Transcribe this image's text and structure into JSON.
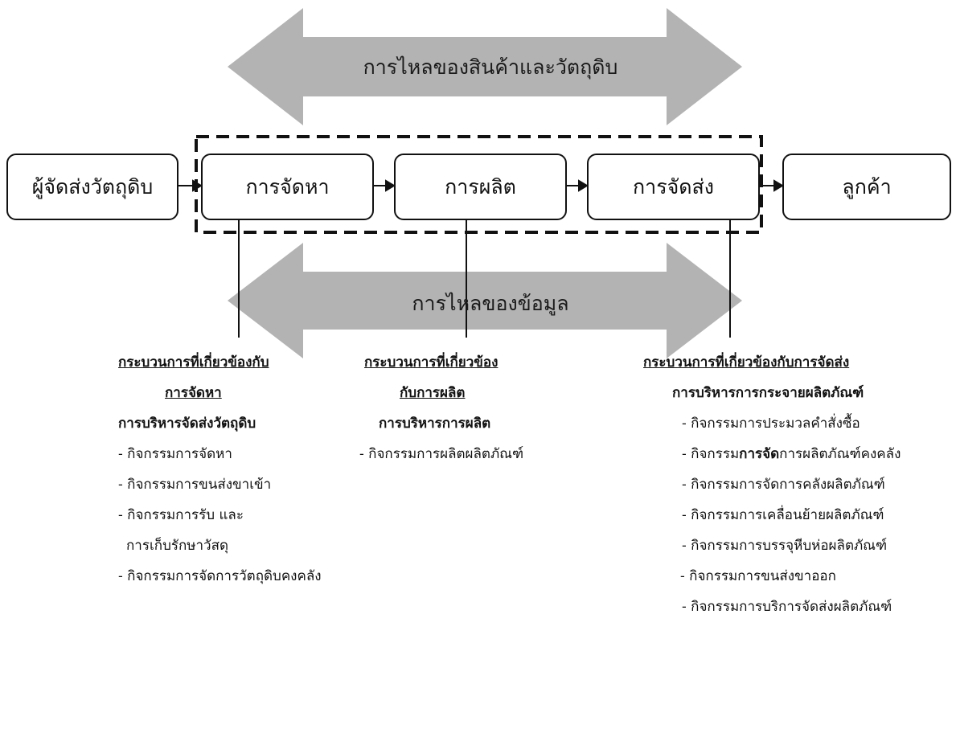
{
  "flows": {
    "material_flow": "การไหลของสินค้าและวัตถุดิบ",
    "information_flow": "การไหลของข้อมูล"
  },
  "boxes": {
    "supplier": "ผู้จัดส่งวัตถุดิบ",
    "procurement": "การจัดหา",
    "production": "การผลิต",
    "distribution": "การจัดส่ง",
    "customer": "ลูกค้า"
  },
  "procurement_column": {
    "title_line1": "กระบวนการที่เกี่ยวข้องกับ",
    "title_line2": "การจัดหา",
    "subtitle": "การบริหารจัดส่งวัตถุดิบ",
    "items": [
      "- กิจกรรมการจัดหา",
      "- กิจกรรมการขนส่งขาเข้า",
      "- กิจกรรมการรับ และ",
      "การเก็บรักษาวัสดุ",
      "- กิจกรรมการจัดการวัตถุดิบคงคลัง"
    ]
  },
  "production_column": {
    "title_line1": "กระบวนการที่เกี่ยวข้อง",
    "title_line2": "กับการผลิต",
    "subtitle": "การบริหารการผลิต",
    "items": [
      "- กิจกรรมการผลิตผลิตภัณฑ์"
    ]
  },
  "distribution_column": {
    "title_line1": "กระบวนการที่เกี่ยวข้องกับการจัดส่ง",
    "subtitle": "การบริหารการกระจายผลิตภัณฑ์",
    "items": [
      "-  กิจกรรมการประมวลคำสั่งซื้อ",
      "-  กิจกรรม",
      "การจัด",
      "การผลิตภัณฑ์คงคลัง",
      "-  กิจกรรมการจัดการคลังผลิตภัณฑ์",
      "-  กิจกรรมการเคลื่อนย้ายผลิตภัณฑ์",
      "-  กิจกรรมการบรรจุหีบห่อผลิตภัณฑ์",
      "- กิจกรรมการขนส่งขาออก",
      "-  กิจกรรมการบริการจัดส่งผลิตภัณฑ์"
    ]
  },
  "colors": {
    "arrow_fill": "#b3b3b3",
    "line": "#111111"
  }
}
